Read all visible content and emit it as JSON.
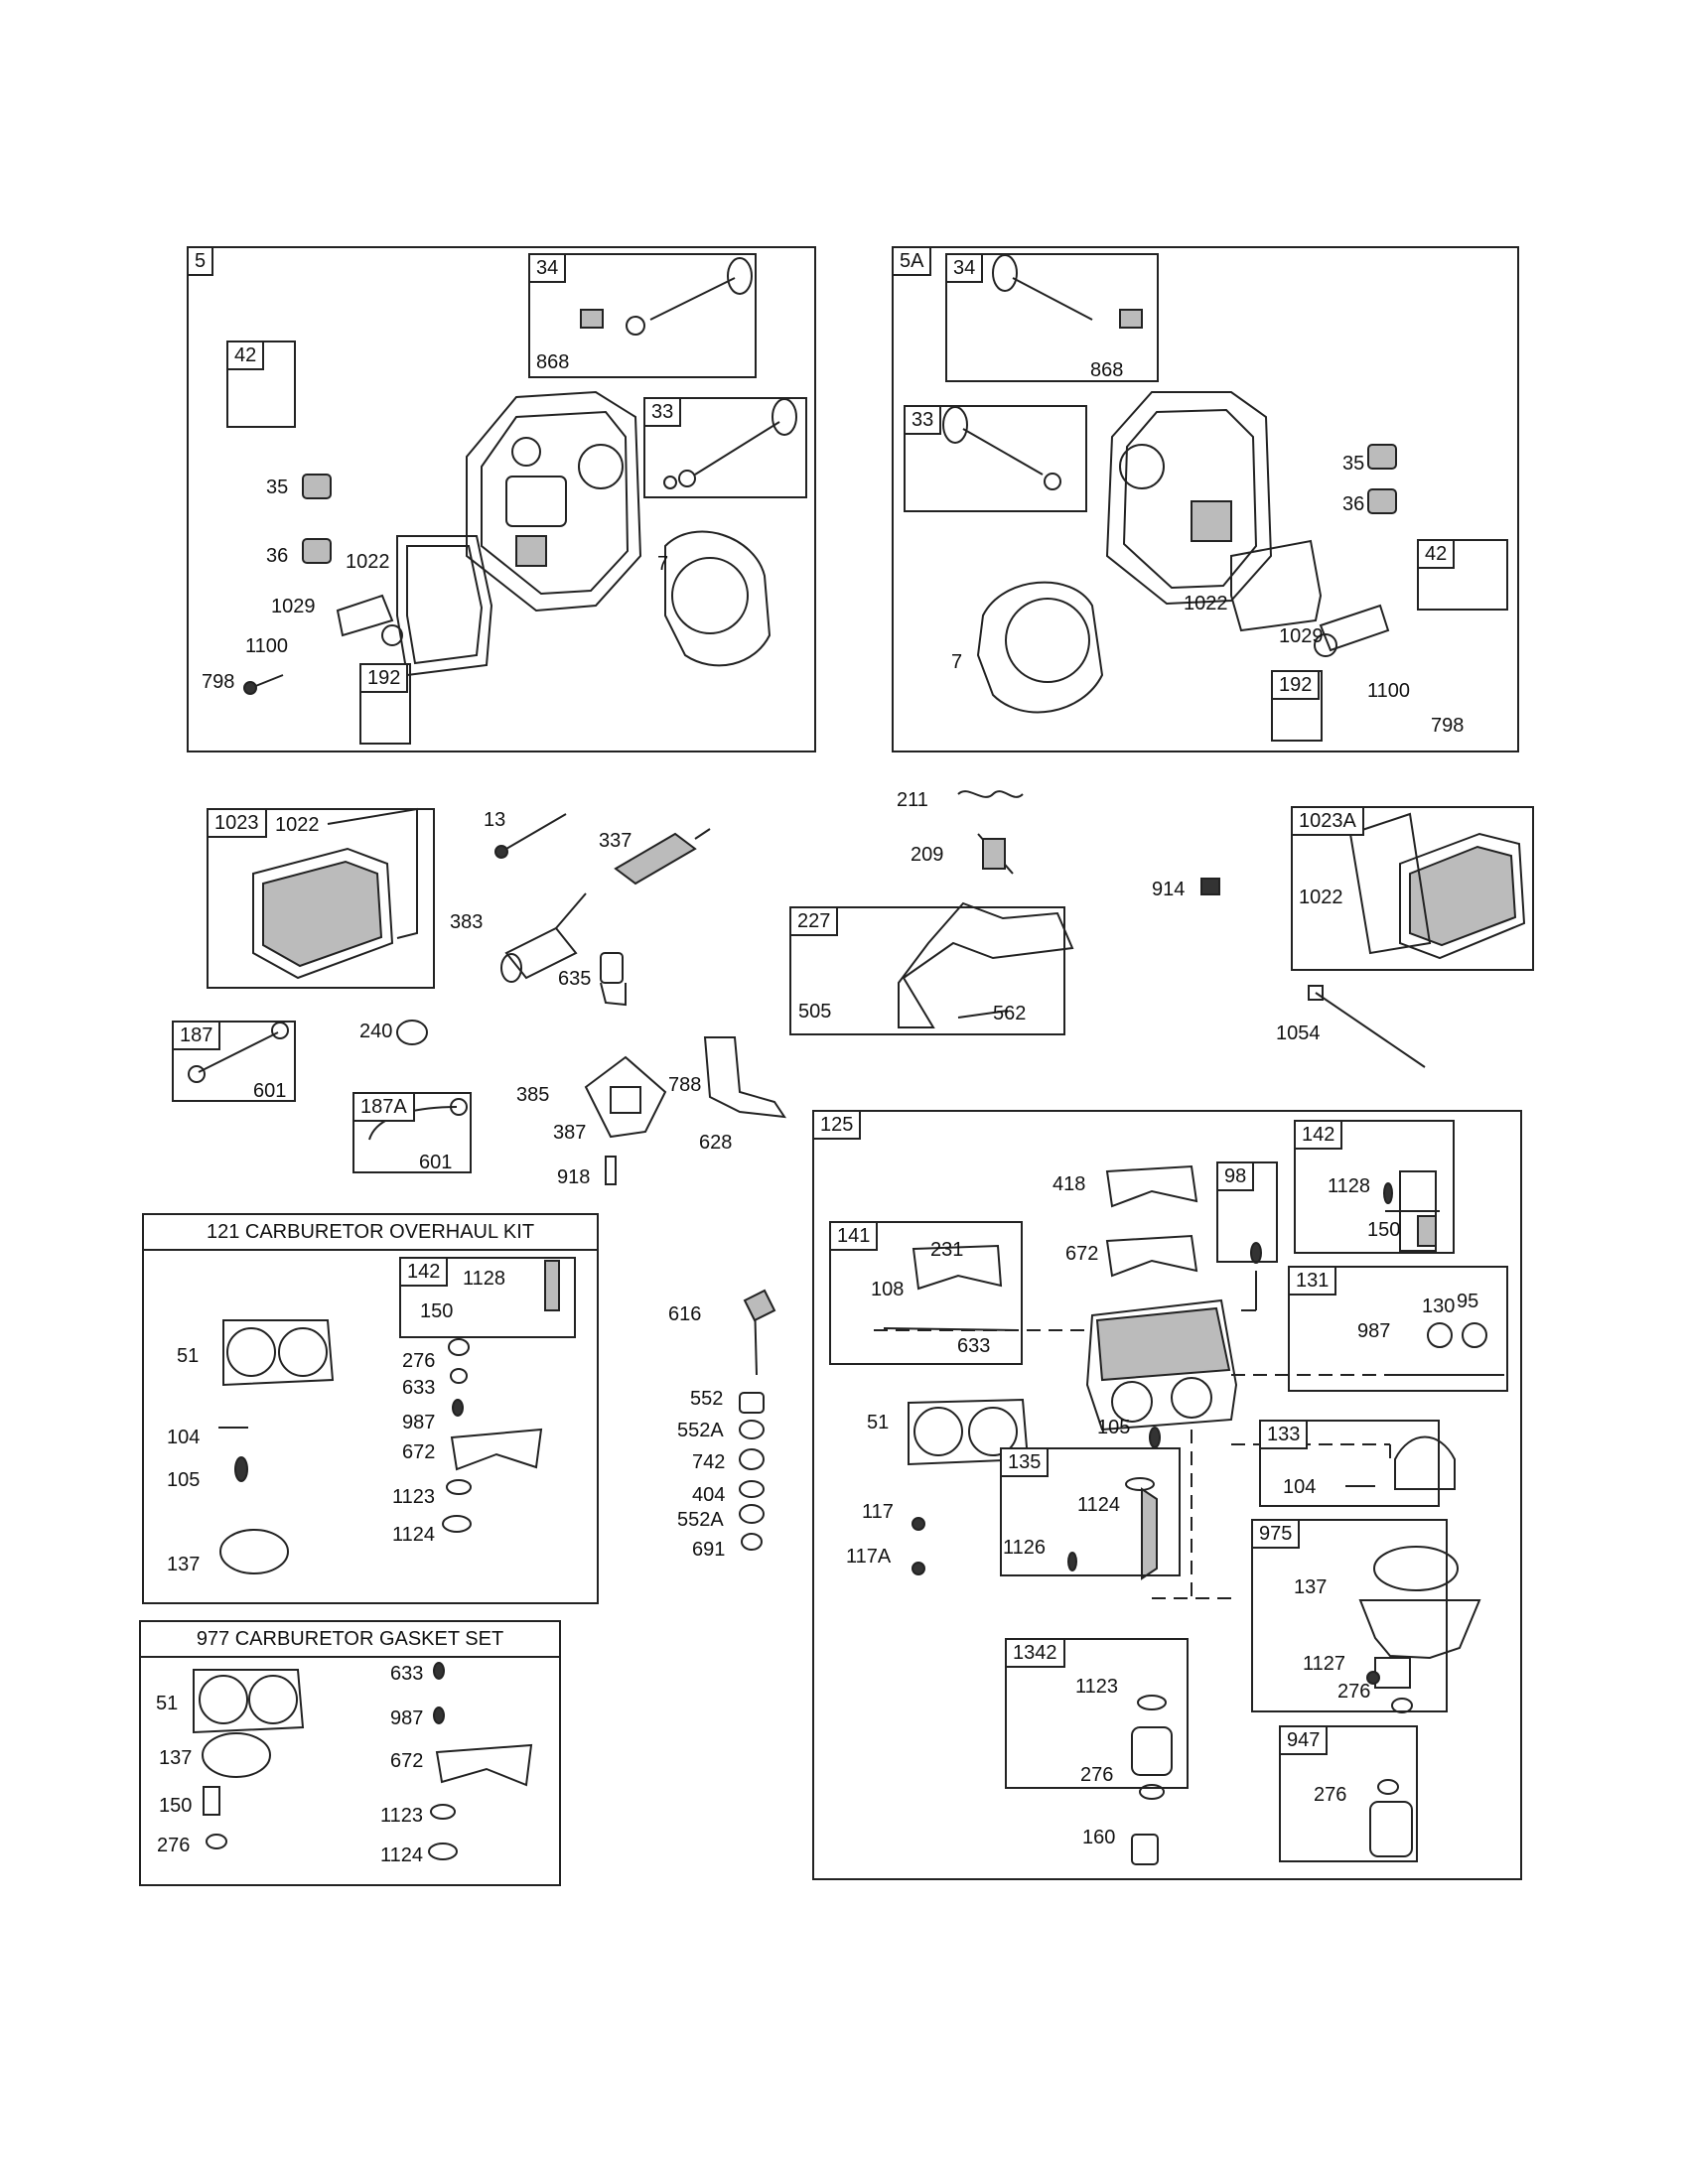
{
  "groups": {
    "g5": "5",
    "g5_34": "34",
    "g5_42": "42",
    "g5_33": "33",
    "g5_192": "192",
    "g5a": "5A",
    "g5a_34": "34",
    "g5a_33": "33",
    "g5a_42": "42",
    "g5a_192": "192",
    "g1023": "1023",
    "g1023a": "1023A",
    "g227": "227",
    "g187": "187",
    "g187a": "187A",
    "g125": "125",
    "g142": "142",
    "g98": "98",
    "g141": "141",
    "g131": "131",
    "g133": "133",
    "g135": "135",
    "g975": "975",
    "g1342": "1342",
    "g947": "947",
    "kit142": "142"
  },
  "kits": {
    "overhaul_title": "121 CARBURETOR OVERHAUL KIT",
    "gasket_title": "977 CARBURETOR GASKET SET"
  },
  "parts": {
    "p868a": "868",
    "p35a": "35",
    "p36a": "36",
    "p1022a": "1022",
    "p7a": "7",
    "p1029a": "1029",
    "p1100a": "1100",
    "p798a": "798",
    "p868b": "868",
    "p35b": "35",
    "p36b": "36",
    "p1022b": "1022",
    "p7b": "7",
    "p1029b": "1029",
    "p1100b": "1100",
    "p798b": "798",
    "p1022c": "1022",
    "p13": "13",
    "p337": "337",
    "p383": "383",
    "p635": "635",
    "p211": "211",
    "p209": "209",
    "p914": "914",
    "p1022d": "1022",
    "p505": "505",
    "p562": "562",
    "p1054": "1054",
    "p601a": "601",
    "p240": "240",
    "p385": "385",
    "p387": "387",
    "p788": "788",
    "p628": "628",
    "p918": "918",
    "p601b": "601",
    "k1128": "1128",
    "k150": "150",
    "k51": "51",
    "k276": "276",
    "k633": "633",
    "k987": "987",
    "k104": "104",
    "k672": "672",
    "k105": "105",
    "k1123": "1123",
    "k1124": "1124",
    "k137": "137",
    "s51": "51",
    "s633": "633",
    "s987": "987",
    "s137": "137",
    "s672": "672",
    "s150": "150",
    "s1123": "1123",
    "s276": "276",
    "s1124": "1124",
    "p616": "616",
    "p552": "552",
    "p552A1": "552A",
    "p742": "742",
    "p404": "404",
    "p552A2": "552A",
    "p691": "691",
    "c418": "418",
    "c672": "672",
    "c1128": "1128",
    "c150": "150",
    "c231": "231",
    "c108": "108",
    "c633": "633",
    "c130": "130",
    "c95": "95",
    "c987": "987",
    "c51": "51",
    "c105": "105",
    "c104": "104",
    "c117": "117",
    "c117A": "117A",
    "c1124": "1124",
    "c1126": "1126",
    "c137": "137",
    "c1127": "1127",
    "c276a": "276",
    "c1123": "1123",
    "c276b": "276",
    "c276c": "276",
    "c160": "160"
  }
}
